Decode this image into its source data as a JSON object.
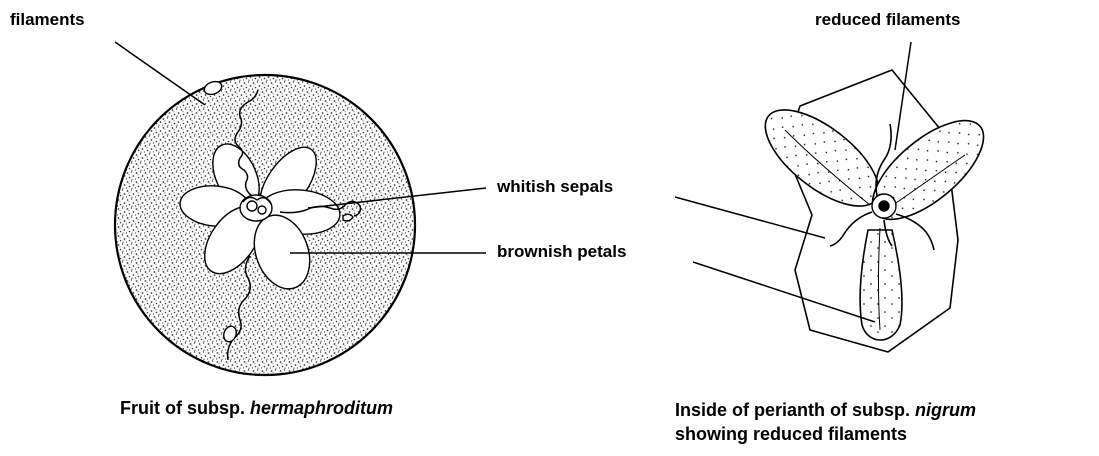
{
  "labels": {
    "filaments": "filaments",
    "whitish_sepals": "whitish sepals",
    "brownish_petals": "brownish petals",
    "reduced_filaments": "reduced filaments"
  },
  "captions": {
    "left": {
      "prefix": "Fruit of subsp. ",
      "taxon": "hermaphroditum"
    },
    "right": {
      "line1_prefix": "Inside of perianth of subsp. ",
      "line1_taxon": "nigrum",
      "line2": "showing reduced filaments"
    }
  },
  "colors": {
    "ink": "#000000",
    "background": "#ffffff",
    "stipple": "#3a3a3a"
  }
}
